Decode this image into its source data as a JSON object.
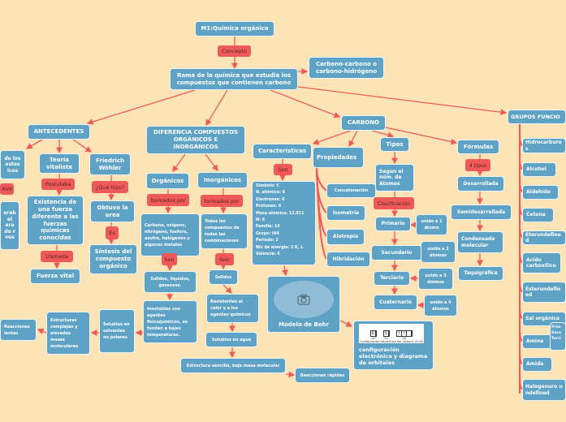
{
  "root": {
    "title": "M1:Química orgánica",
    "concept_label": "Concepto",
    "definition": "Rama de la química que estudia los compuestos que contienen carbono",
    "bonds": "Carbono-carbono o carbono-hidrógeno"
  },
  "antecedentes": {
    "title": "ANTECEDENTES",
    "left_cut_title": "de los estos icos",
    "left_cut_label": "XVII",
    "left_cut_body": "erab el era do r vos",
    "vitalista": {
      "title": "Teoría vitalista",
      "label": "Postulaba",
      "body": "Existencia de una fuerza diferente a las fuerzas químicas conocidas",
      "label2": "Llamada",
      "result": "Fuerza vital"
    },
    "wohler": {
      "title": "Friedrich Wöhler",
      "label": "¿Qué hizo?",
      "body": "Obtuvo la urea",
      "label2": "Es",
      "result": "Síntesis del compuesto orgánico"
    }
  },
  "diferencia": {
    "title": "DIFERENCIA COMPUESTOS ORGÁNICOS E INORGÁNICOS",
    "organicos": {
      "title": "Orgánicos",
      "label": "formados por",
      "body": "Carbono, oxígeno, nitrógeno, fosforo, azufre, halógenos y algunos metales",
      "label2": "Son",
      "states": "Solidos, líquidos, gaseosos.",
      "unstable": "Inestables con agentes fisicoquímicos, se funden a bajas temperaturas.",
      "soluble": "Solubles en solventes no polares",
      "structure": "Estructuras complejas y elevadas masas moleculares",
      "reactions": "Reacciones lentas"
    },
    "inorganicos": {
      "title": "Inorgánicos",
      "label": "formados por",
      "body": "Todos los compuestos de todas las combinaciones",
      "label2": "Son",
      "states": "Solidos",
      "resistant": "Resistentes al calor y a los agentes químicos",
      "soluble": "Solubles en agua",
      "structure": "Estructura sencilla, baja masa molecular",
      "reactions": "Reacciones rápidas"
    }
  },
  "carbono": {
    "title": "CARBONO",
    "caracteristicas": {
      "title": "Características",
      "label": "Son",
      "items": [
        "Simbolo: C",
        "N. atómico: 6",
        "Electrones: 6",
        "Protones: 6",
        "Masa atómica: 12.011",
        "N: 6",
        "Familia: 14",
        "Grupo: IV4",
        "Periodo: 2",
        "Niv de energía: 2 K, L",
        "Valencia: 4"
      ],
      "bohr": "Modelo de Bohr",
      "config": "configuración electrónica y diagrama de orbitales",
      "orbital_caption": "Configuración electrónica del carbono (Z=6)",
      "orbital_labels": [
        "1s²",
        "2s²",
        "2p"
      ]
    },
    "propiedades": {
      "title": "Propiedades",
      "items": [
        "Concatenación",
        "Isometría",
        "Alotropía",
        "Hibridación"
      ]
    },
    "tipos": {
      "title": "Tipos",
      "criterion": "Segun el núm. de Atomos",
      "label": "Clasificación",
      "items": [
        {
          "name": "Primario",
          "desc": "unido a 1 átomo"
        },
        {
          "name": "Secundario",
          "desc": "unido a 2 átomos"
        },
        {
          "name": "Terciario",
          "desc": "unido a 3 átomos"
        },
        {
          "name": "Cuaternario",
          "desc": "unido a 4 átomos"
        }
      ]
    },
    "formulas": {
      "title": "Fórmulas",
      "label": "4 tipos",
      "items": [
        "Desarrollada",
        "Semidesarrollada",
        "Condensada molecular",
        "Taquigráfica"
      ]
    }
  },
  "grupos": {
    "title": "GRUPOS FUNCIO",
    "items": [
      "Hidrocarburos",
      "Alcohol",
      "Aldehído",
      "Cetona",
      "Éterundefined",
      "Acido carboxílico",
      "Ésterundefined",
      "Sal orgánica",
      "Amina",
      "Amida",
      "Halogenuro undefined"
    ],
    "popup": [
      "Prim",
      "Secu",
      "Terci"
    ]
  },
  "colors": {
    "background": "#fde4b6",
    "node": "#5ea3c5",
    "label": "#ee5a5a"
  }
}
